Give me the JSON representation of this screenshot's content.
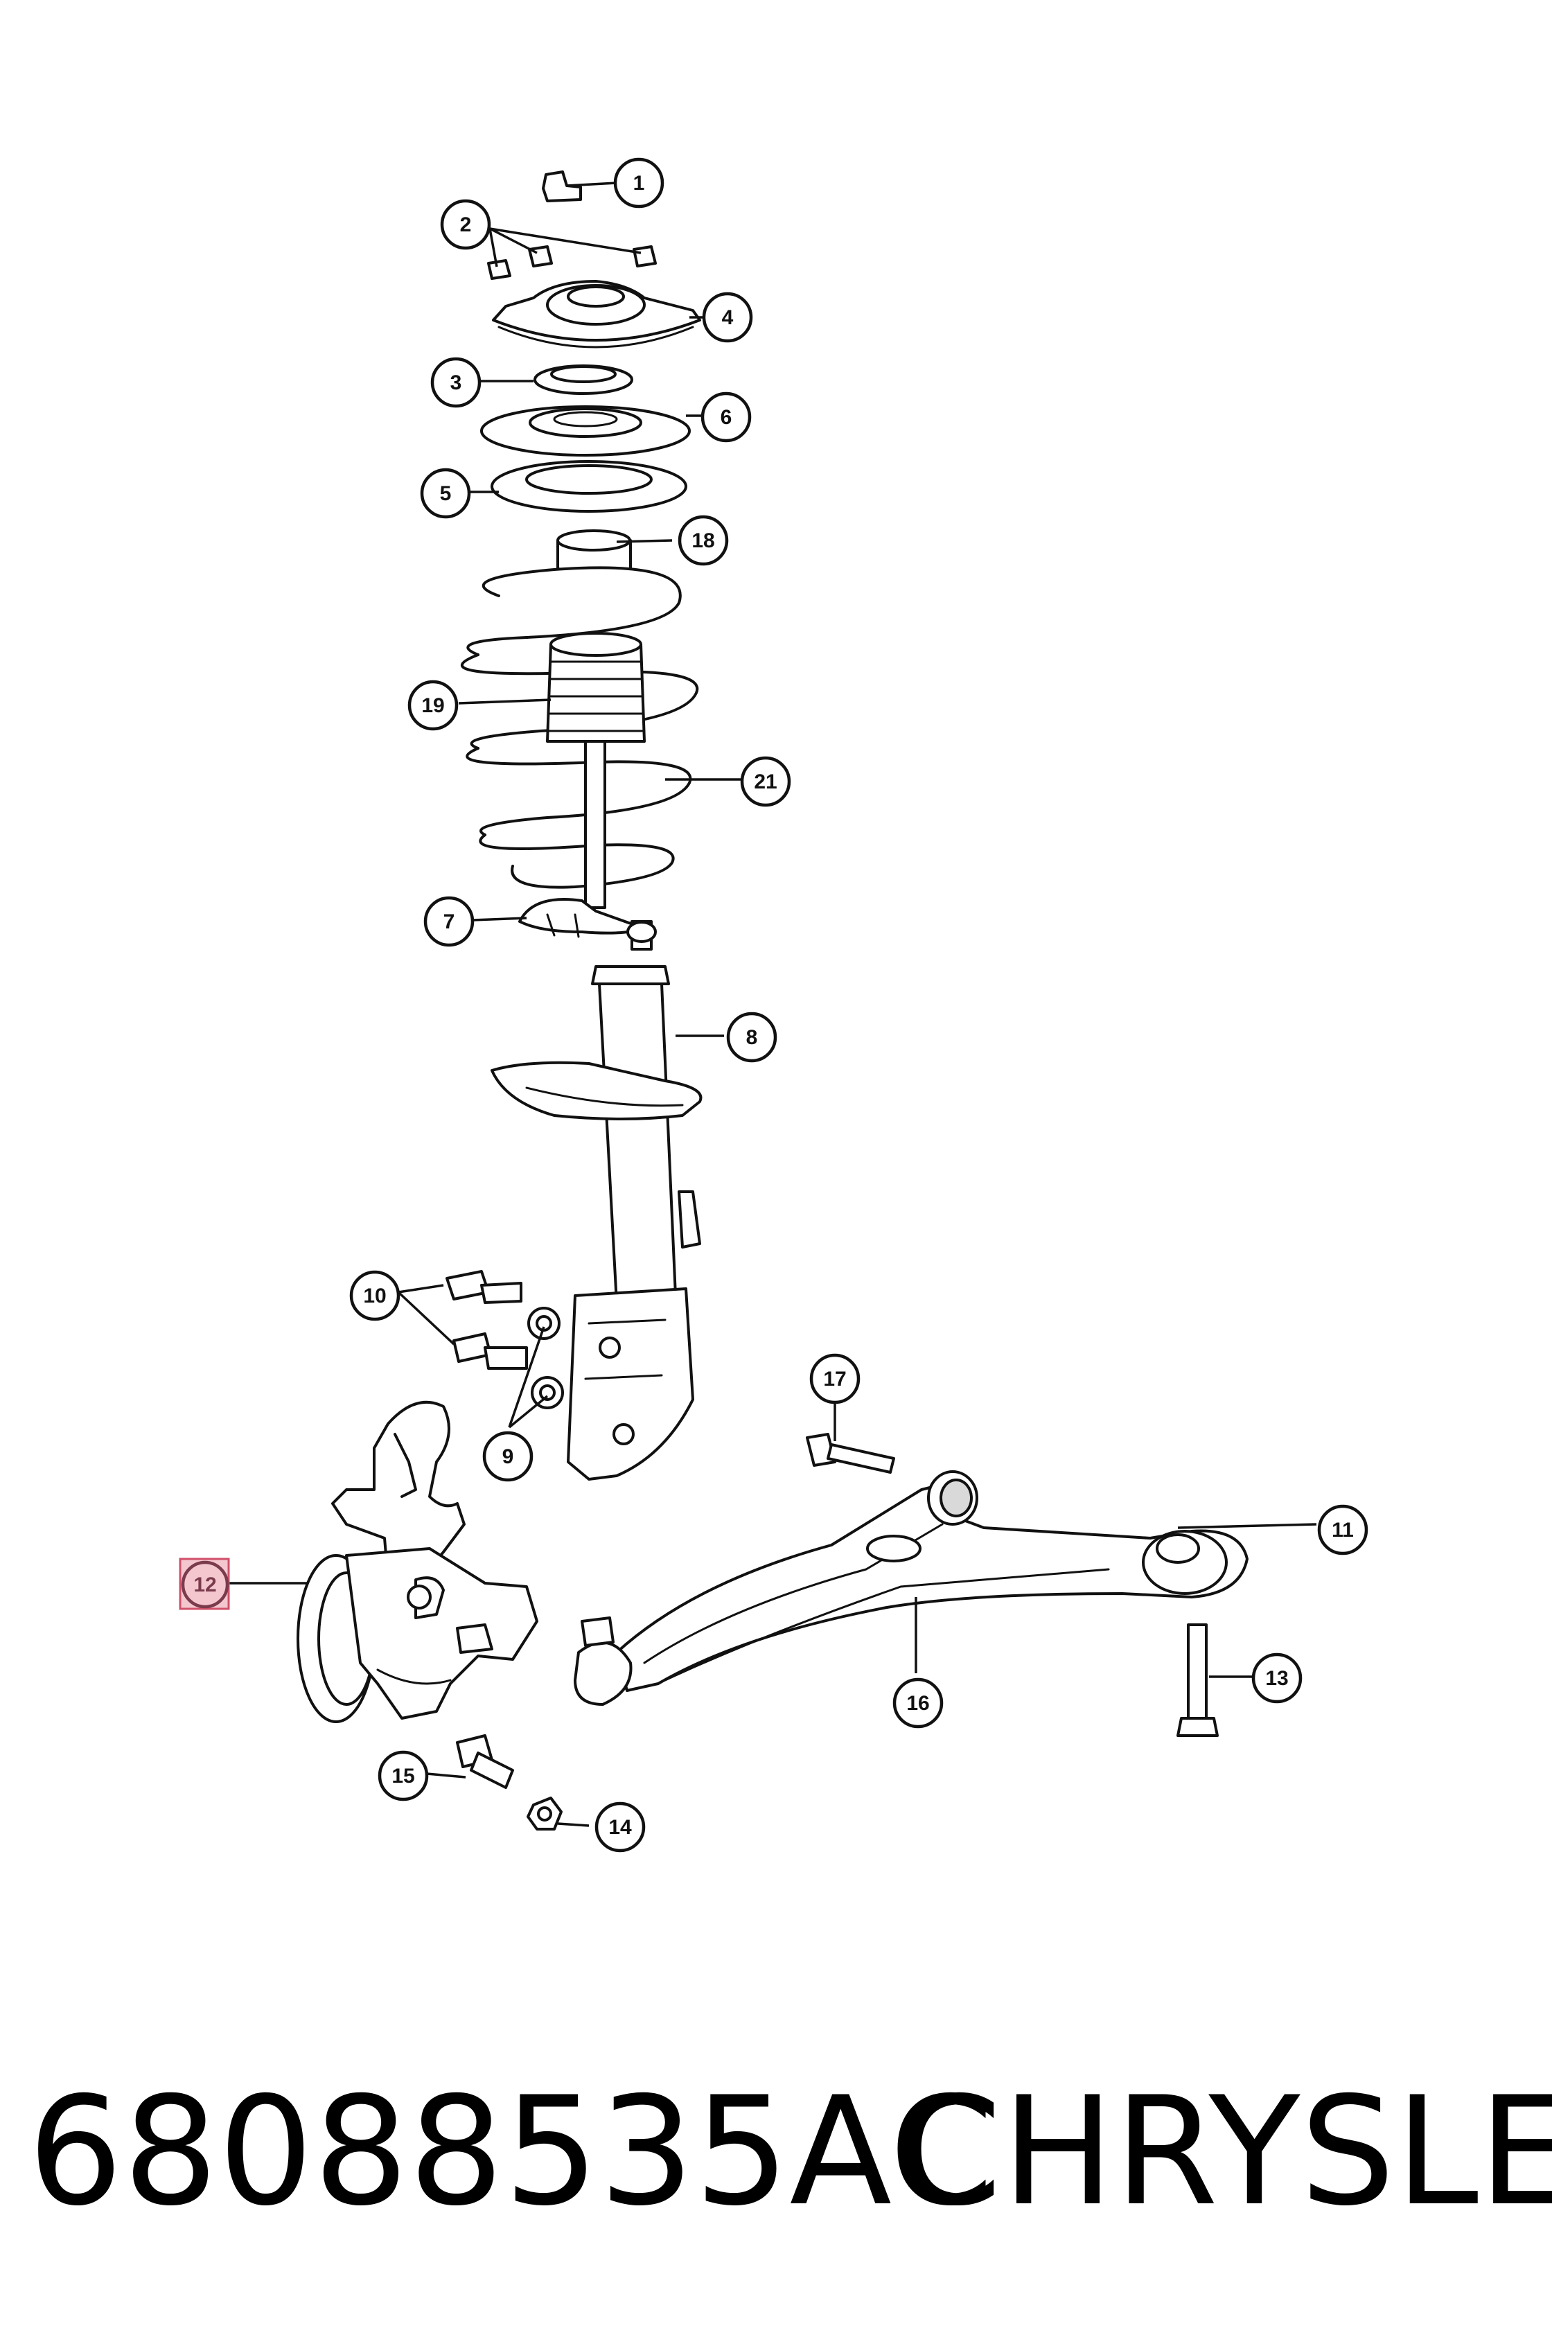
{
  "part_number": "68088535AC",
  "brand": "CHRYSLER",
  "highlight_color": "#f4c7cf",
  "callouts": [
    "1",
    "2",
    "3",
    "4",
    "5",
    "6",
    "7",
    "8",
    "9",
    "10",
    "11",
    "12",
    "13",
    "14",
    "15",
    "16",
    "17",
    "18",
    "19",
    "21"
  ]
}
